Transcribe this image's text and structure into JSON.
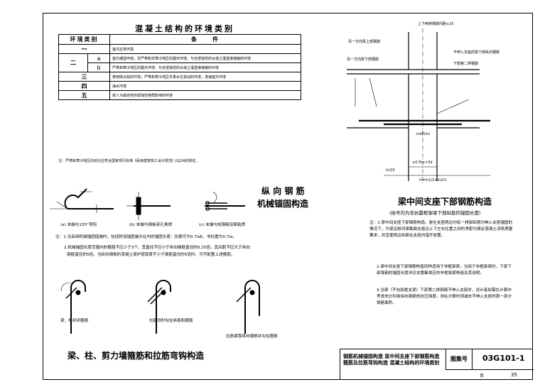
{
  "env_table": {
    "title": "混凝土结构的环境类别",
    "header": {
      "col1": "环境类别",
      "col2": "条　　件"
    },
    "rows": [
      {
        "cls": "一",
        "sub": "",
        "text": "室内正常环境"
      },
      {
        "cls": "二",
        "sub": "a",
        "text": "室内潮湿环境；非严寒和非寒冷地区的露天环境、与无侵蚀性的水或土壤直接接触的环境"
      },
      {
        "cls": "",
        "sub": "b",
        "text": "严寒和寒冷地区的露天环境、与无侵蚀性的水或土壤直接接触的环境"
      },
      {
        "cls": "三",
        "sub": "",
        "text": "使用除冰盐的环境；严寒和寒冷地区冬季水位变动的环境；滨海室外环境"
      },
      {
        "cls": "四",
        "sub": "",
        "text": "海水环境"
      },
      {
        "cls": "五",
        "sub": "",
        "text": "受人为或自然的侵蚀性物质影响的环境"
      }
    ],
    "note": "注：严寒和寒冷地区的划分应符合国家现行标准《民用建筑热工设计规范》JGJ24的规定。"
  },
  "anchor": {
    "title_line1": "纵 向 钢 筋",
    "title_line2": "机械锚固构造",
    "fig_a": "(a) 末端与135°弯钩",
    "fig_b": "(b) 末端与钢板穿孔角焊",
    "fig_c": "(c) 末端与短钢筋双面贴焊",
    "note1": "注：1.当采用机械锚固措施时，包括附加锚固端头在内的锚固长度：抗震可为0.7laE，非抗震为0.7la。",
    "note2a": "2.机械锚固长度范围内的箍筋不应少于3个，其直径不应小于纵向钢筋直径的0.25倍，其间距不应大于纵向",
    "note2b": "钢筋直径的5倍。当纵向钢筋的混凝土保护层厚度不小于钢筋直径的5倍时，可不配置上述箍筋。"
  },
  "hooks": {
    "title": "梁、柱、剪力墙箍筋和拉筋弯钩构造",
    "label_left": "梁、柱封闭箍筋",
    "label_mid": "拉筋同时勾住纵筋和箍筋",
    "label_right": "拉筋紧靠纵向钢筋并勾住箍筋"
  },
  "beam_detail": {
    "title": "梁中间支座下部钢筋构造",
    "subtitle": "(括号内为非抗震框架梁下部纵筋的锚固长度)",
    "label_top": "上下两排钢筋间距≥25",
    "label_other_top": "另一方向梁上部钢筋",
    "label_other_bottom": "另一方向梁下部钢筋",
    "label_lower": "下部第二排钢筋",
    "label_right": "不伸入支座的梁下部纵向钢筋",
    "label_la": "≥laE(la)",
    "label_dim": "≥0.5hc+5d",
    "label_ln": "ln/10",
    "label_bottom": "ln=ln1/2+ln2/2",
    "note1": "注：1.梁中间支座下部钢筋构造，是在支座两边均有一排架纵筋均伸入支座锚固的情况下，为保证相邻梁截面支座边上下左右位置之间的净距均满足混凝土浇筑质量要求，并宜使两边纵筋在支座内错开放置。",
    "note2": "2.梁中间支座下部钢筋构造同样适用于非框架梁，当用于非框架梁时，下部下部钢筋的锚固长度详见本图集相应的非框架梁构造及其说明。",
    "note3": "3.当梁（不包括框支梁）下部第二排钢筋不伸入支座时，设计者如需在计算中考虑充分利用纵向钢筋的抗压强度，则在计算时须减去不伸入支座的那一部分钢筋面积。"
  },
  "title_block": {
    "desc_line1": "钢筋机械锚固构造  梁中间支座下部钢筋构造",
    "desc_line2": "箍筋及拉筋弯钩构造  混凝土结构的环境类别",
    "label": "图集号",
    "atlas_number": "03G101-1",
    "page_label": "页",
    "page": "35"
  }
}
